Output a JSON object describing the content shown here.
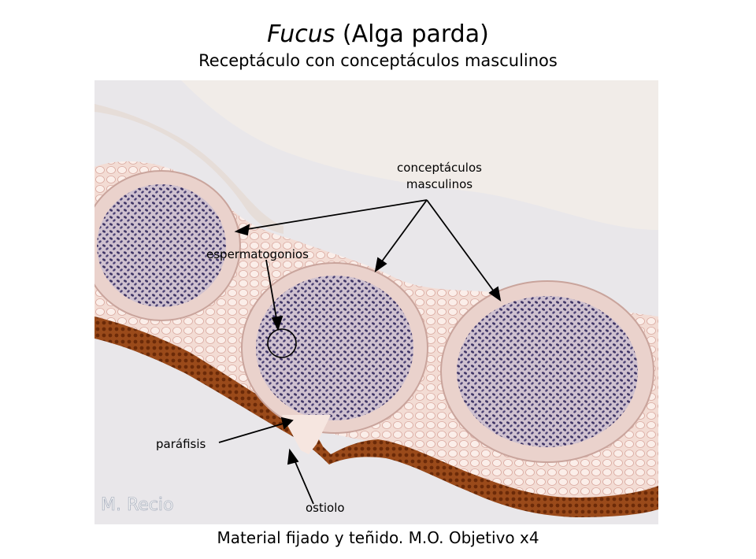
{
  "header": {
    "title_genus": "Fucus",
    "title_rest": "(Alga parda)",
    "subtitle": "Receptáculo con conceptáculos masculinos"
  },
  "micrograph": {
    "labels": {
      "conceptaculos_line1": "conceptáculos",
      "conceptaculos_line2": "masculinos",
      "espermatogonios": "espermatogonios",
      "parafisis": "paráfisis",
      "ostiolo": "ostiolo"
    },
    "watermark": "M. Recio"
  },
  "footer": {
    "caption": "Material fijado y teñido. M.O. Objetivo x4"
  },
  "colors": {
    "background": "#ffffff",
    "slide": "#eae4df",
    "tissue": "#f0d6cf",
    "nuclei": "#4a3f6e",
    "epidermis": "#8a3a10"
  }
}
